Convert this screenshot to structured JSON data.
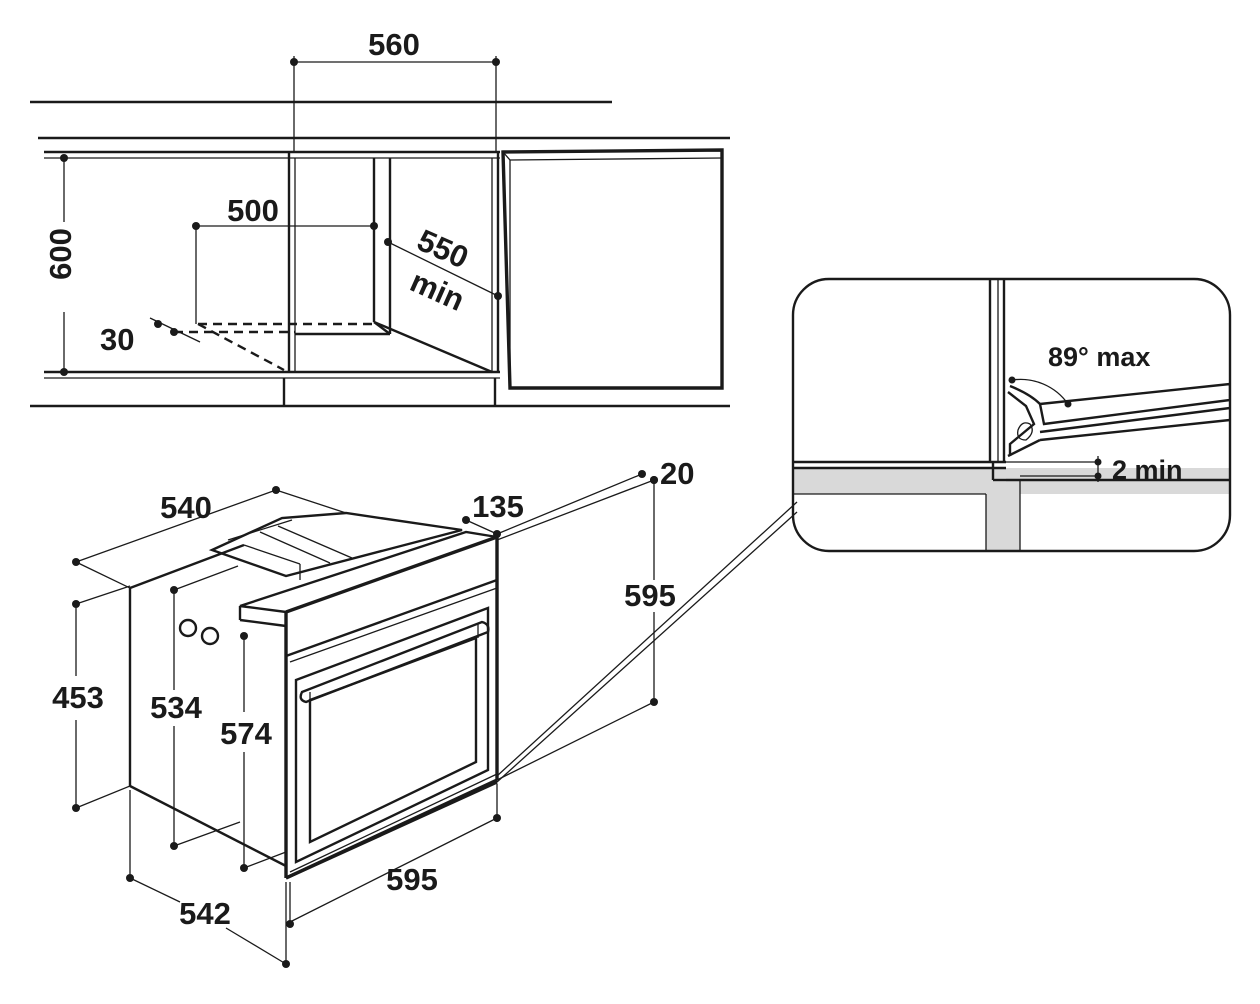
{
  "colors": {
    "line": "#1a1a1a",
    "background": "#ffffff",
    "detail_fill": "#d9d9d9"
  },
  "niche": {
    "width_label": "560",
    "height_label": "600",
    "depth_label": "500",
    "depth_min_value": "550",
    "depth_min_word": "min",
    "offset_label": "30"
  },
  "oven": {
    "top_depth_label": "540",
    "top_offset_label": "135",
    "front_depth_label": "20",
    "front_height_label": "595",
    "side_height_label": "453",
    "inner_height_label": "534",
    "cavity_height_label": "574",
    "front_width_label": "595",
    "bottom_depth_label": "542"
  },
  "detail": {
    "angle_label": "89° max",
    "gap_label": "2 min"
  }
}
